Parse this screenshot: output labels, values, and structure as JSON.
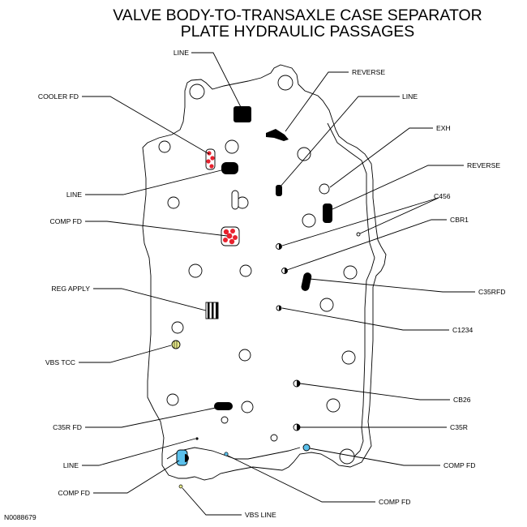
{
  "title": {
    "line1": "VALVE BODY-TO-TRANSAXLE CASE SEPARATOR",
    "line2": "PLATE HYDRAULIC PASSAGES"
  },
  "figure_id": "N0088679",
  "labels": {
    "line_top": "LINE",
    "reverse_top": "REVERSE",
    "line_right": "LINE",
    "cooler_fd": "COOLER FD",
    "exh": "EXH",
    "reverse_right": "REVERSE",
    "line_left": "LINE",
    "c456": "C456",
    "cbr1": "CBR1",
    "comp_fd_left": "COMP FD",
    "c35rfd": "C35RFD",
    "reg_apply": "REG APPLY",
    "c1234": "C1234",
    "vbs_tcc": "VBS TCC",
    "cb26": "CB26",
    "c35r_fd": "C35R FD",
    "c35r": "C35R",
    "line_bottom": "LINE",
    "comp_fd_right": "COMP FD",
    "comp_fd_bottom_left": "COMP FD",
    "comp_fd_bottom": "COMP FD",
    "vbs_line": "VBS LINE"
  },
  "colors": {
    "red": "#e8222e",
    "blue": "#5bc0eb",
    "yellow": "#e9ec8a"
  }
}
